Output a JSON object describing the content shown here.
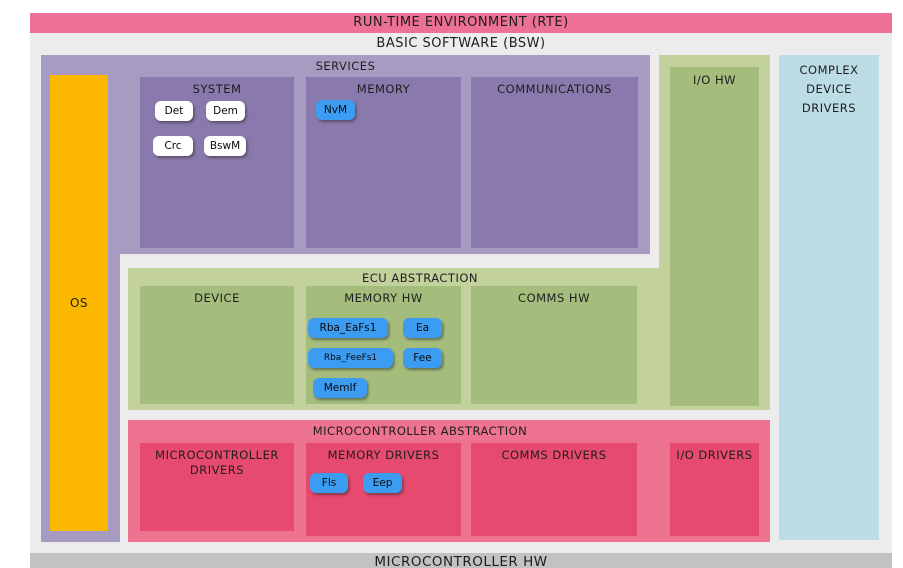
{
  "colors": {
    "rte_pink": "#ed7095",
    "bsw_gray": "#ececec",
    "services_light_purple": "#a89bc1",
    "services_dark_purple": "#8a79ac",
    "os_orange": "#fcb800",
    "ecu_light_green": "#c3d29c",
    "ecu_dark_green": "#a5bd7c",
    "mcal_light_pink": "#ed7390",
    "mcal_dark_pink": "#e64a6e",
    "module_blue": "#3c9cf2",
    "module_white": "#ffffff",
    "cdd_light_blue": "#bcdce6",
    "mcu_hw_gray": "#c2c2c2"
  },
  "rte": {
    "label": "RUN-TIME ENVIRONMENT (RTE)"
  },
  "bsw": {
    "label": "BASIC SOFTWARE (BSW)"
  },
  "microcontroller_hw": {
    "label": "MICROCONTROLLER HW"
  },
  "os": {
    "label": "OS"
  },
  "io_hw": {
    "label": "I/O HW"
  },
  "complex_device_drivers": {
    "label": "COMPLEX DEVICE DRIVERS"
  },
  "services": {
    "label": "SERVICES",
    "blocks": [
      {
        "label": "SYSTEM",
        "modules": [
          "Det",
          "Dem",
          "Crc",
          "BswM"
        ]
      },
      {
        "label": "MEMORY",
        "modules": [
          "NvM"
        ]
      },
      {
        "label": "COMMUNICATIONS",
        "modules": []
      }
    ]
  },
  "ecu_abstraction": {
    "label": "ECU ABSTRACTION",
    "blocks": [
      {
        "label": "DEVICE",
        "modules": []
      },
      {
        "label": "MEMORY HW",
        "modules": [
          "Rba_EaFs1",
          "Ea",
          "Rba_FeeFs1",
          "Fee",
          "MemIf"
        ]
      },
      {
        "label": "COMMS HW",
        "modules": []
      }
    ]
  },
  "microcontroller_abstraction": {
    "label": "MICROCONTROLLER ABSTRACTION",
    "blocks": [
      {
        "label": "MICROCONTROLLER DRIVERS",
        "modules": []
      },
      {
        "label": "MEMORY DRIVERS",
        "modules": [
          "Fls",
          "Eep"
        ]
      },
      {
        "label": "COMMS DRIVERS",
        "modules": []
      },
      {
        "label": "I/O DRIVERS",
        "modules": []
      }
    ]
  }
}
